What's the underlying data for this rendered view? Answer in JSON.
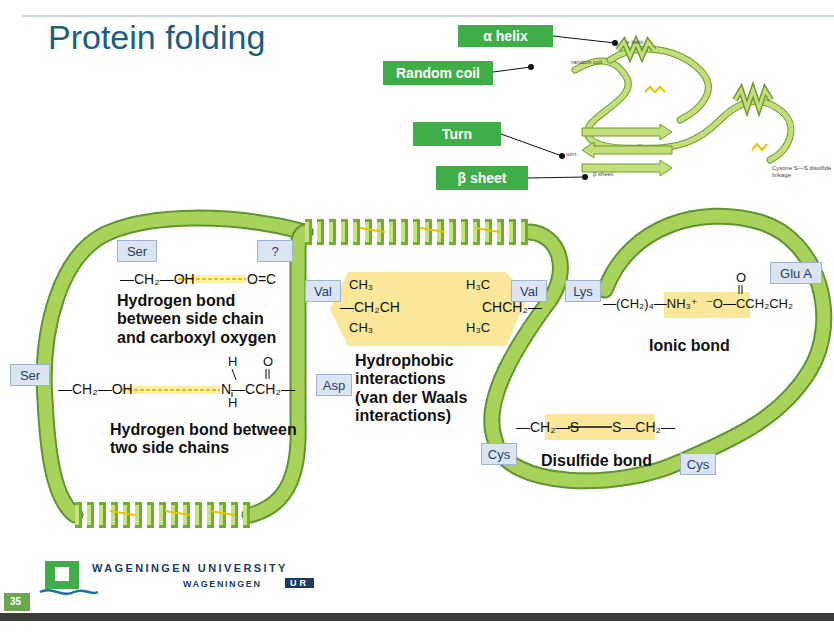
{
  "diagram": {
    "title": "Protein folding",
    "nodes": [
      {
        "text": [
          "α helix"
        ]
      },
      {
        "text": [
          "Random coil"
        ]
      },
      {
        "text": [
          "Turn"
        ]
      },
      {
        "text": [
          "β sheet"
        ]
      },
      {
        "text": [
          "Ser"
        ]
      },
      {
        "text": [
          "?"
        ]
      },
      {
        "text": [
          "Glu A"
        ]
      },
      {
        "text": [
          "Val"
        ]
      },
      {
        "text": [
          "Val"
        ]
      },
      {
        "text": [
          "Lys"
        ]
      },
      {
        "text": [
          "Ser"
        ]
      },
      {
        "text": [
          "Asp"
        ]
      },
      {
        "text": [
          "Cys"
        ]
      },
      {
        "text": [
          "Cys"
        ]
      }
    ],
    "labels": [
      "α helix",
      "random coil",
      "turn",
      "β sheet",
      "Cystine S—S disulfide linkage",
      "—CH₂—OH",
      "O=C",
      "Hydrogen bond between side chain and carboxyl oxygen",
      "H",
      "O",
      "—CH₂—OH",
      "N—CCH₂—",
      "H",
      "Hydrogen bond between two side chains",
      "CH₃",
      "—CH₂CH",
      "CH₃",
      "H₃C",
      "CHCH₂—",
      "H₃C",
      "Hydrophobic interactions (van der Waals interactions)",
      "O",
      "—(CH₂)₄—NH₃⁺",
      "⁻O—CCH₂CH₂",
      "Ionic bond",
      "—CH₂—S",
      "S—CH₂—",
      "Disulfide bond",
      "WAGENINGEN UNIVERSITY",
      "WAGENINGEN",
      "UR",
      "35"
    ]
  }
}
